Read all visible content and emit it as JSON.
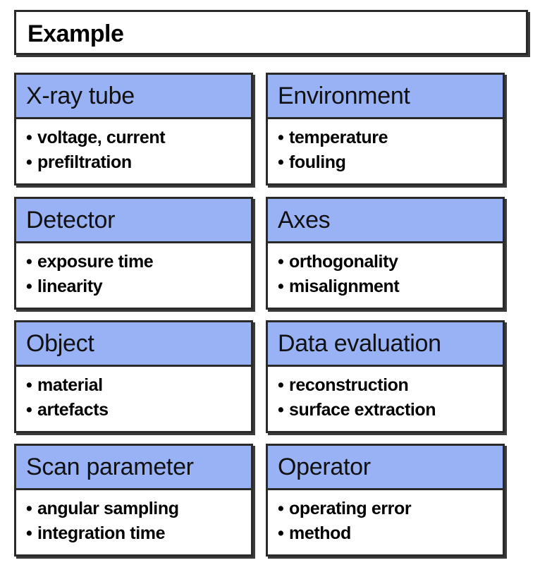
{
  "title": "Example",
  "cards": [
    {
      "title": "X-ray tube",
      "items": [
        "voltage, current",
        "prefiltration"
      ]
    },
    {
      "title": "Environment",
      "items": [
        "temperature",
        "fouling"
      ]
    },
    {
      "title": "Detector",
      "items": [
        "exposure time",
        "linearity"
      ]
    },
    {
      "title": "Axes",
      "items": [
        "orthogonality",
        "misalignment"
      ]
    },
    {
      "title": "Object",
      "items": [
        "material",
        "artefacts"
      ]
    },
    {
      "title": "Data evaluation",
      "items": [
        "reconstruction",
        "surface extraction"
      ]
    },
    {
      "title": "Scan parameter",
      "items": [
        "angular sampling",
        "integration time"
      ]
    },
    {
      "title": "Operator",
      "items": [
        "operating error",
        "method"
      ]
    }
  ],
  "colors": {
    "header": "#99b2f5",
    "border": "#2a2a2a"
  },
  "bullet": "•"
}
